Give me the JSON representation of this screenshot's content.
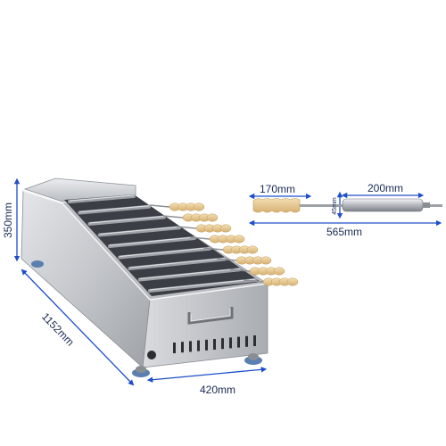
{
  "dimensions": {
    "height_label": "350mm",
    "length_label": "1152mm",
    "width_label": "420mm",
    "handle_label": "170mm",
    "rod_label": "200mm",
    "rod_diameter_label": "45mm",
    "stick_total_label": "565mm"
  },
  "colors": {
    "dimension_line": "#1e4ec8",
    "dimension_text": "#1a2a55",
    "steel": "#c9ccd0",
    "dough": "#e9cf9a"
  }
}
